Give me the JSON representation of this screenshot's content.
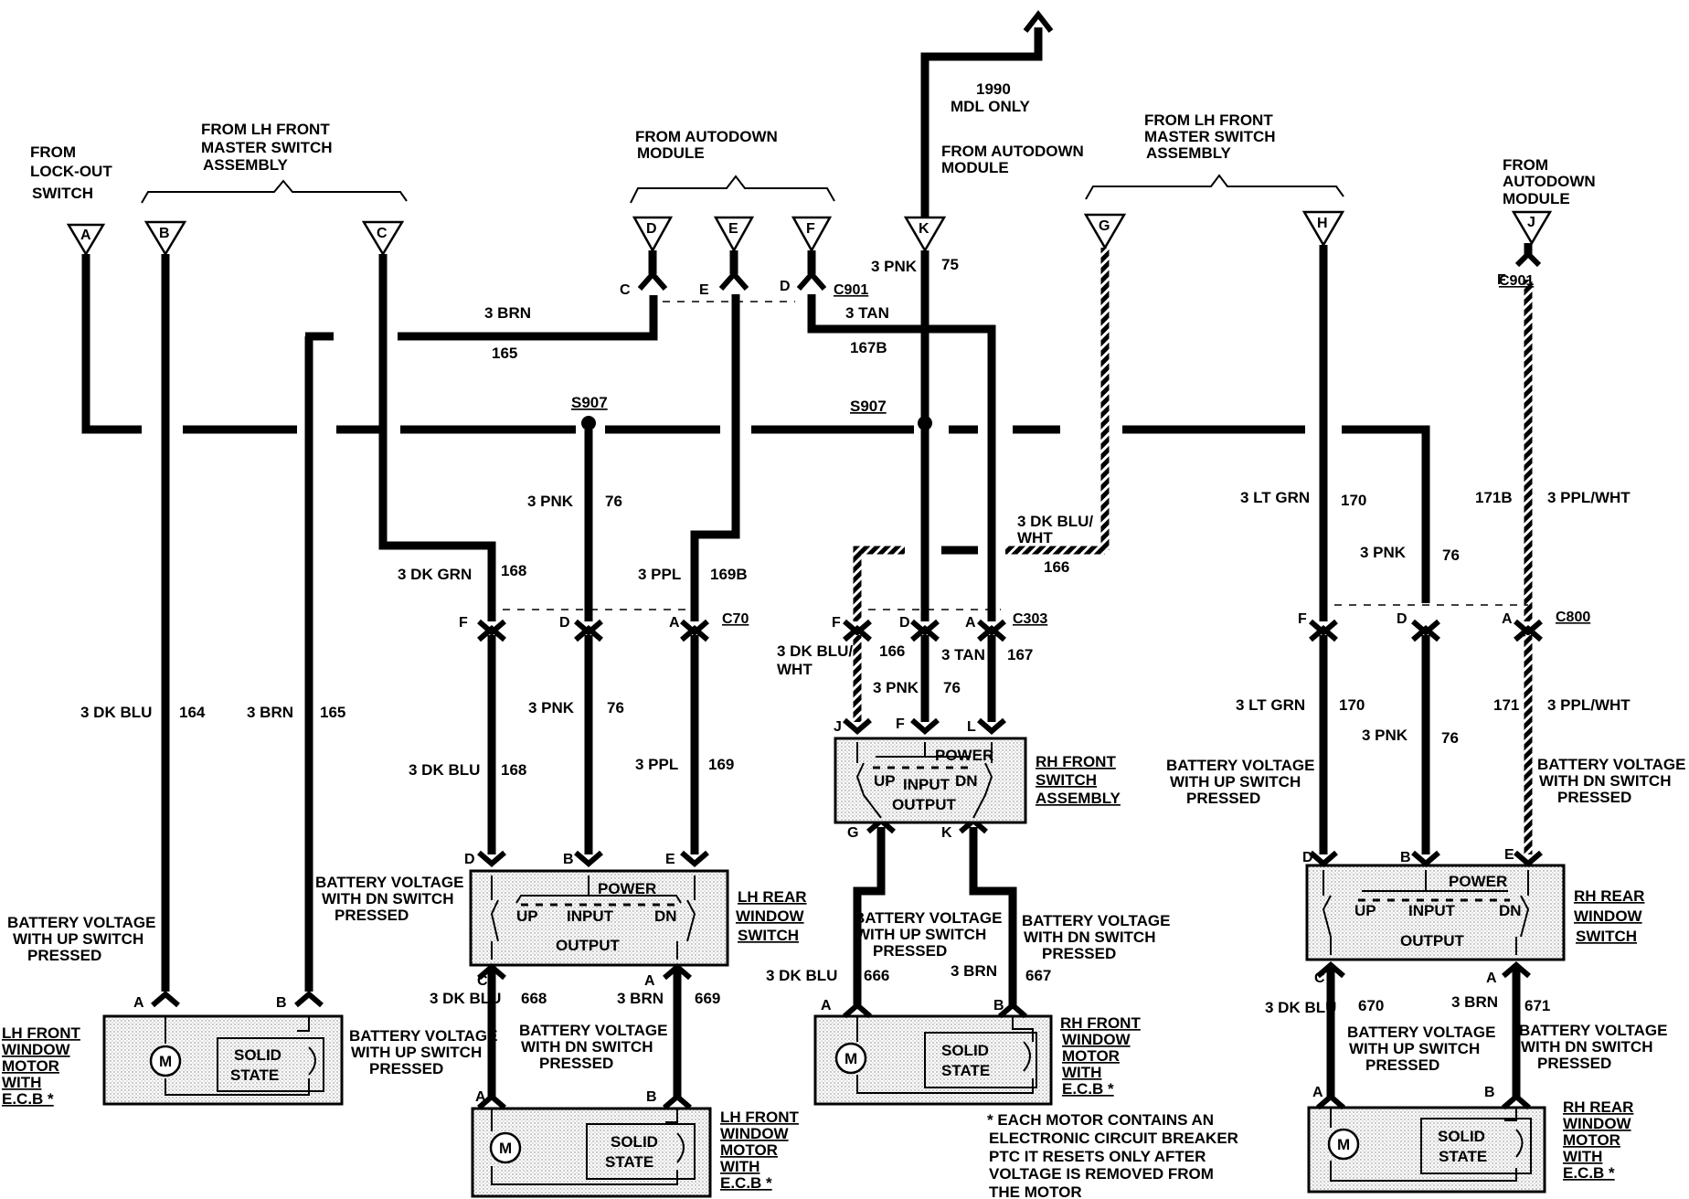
{
  "terminals": [
    {
      "id": "A",
      "from": "FROM\nLOCK-OUT\nSWITCH"
    },
    {
      "id": "B"
    },
    {
      "id": "C"
    },
    {
      "id": "D"
    },
    {
      "id": "E"
    },
    {
      "id": "F"
    },
    {
      "id": "K"
    },
    {
      "id": "G"
    },
    {
      "id": "H"
    },
    {
      "id": "J"
    }
  ],
  "headers": {
    "lockout": [
      "FROM",
      "LOCK-OUT",
      "SWITCH"
    ],
    "lh_master_left": [
      "FROM LH FRONT",
      "MASTER SWITCH",
      "ASSEMBLY"
    ],
    "autodown_left": [
      "FROM AUTODOWN",
      "MODULE"
    ],
    "autodown_mid": [
      "FROM AUTODOWN",
      "MODULE"
    ],
    "mdl_1990": [
      "1990",
      "MDL ONLY"
    ],
    "lh_master_right": [
      "FROM LH FRONT",
      "MASTER SWITCH",
      "ASSEMBLY"
    ],
    "autodown_right": [
      "FROM",
      "AUTODOWN",
      "MODULE"
    ]
  },
  "splices": {
    "s907a": "S907",
    "s907b": "S907"
  },
  "connectors": {
    "c901": "C901",
    "c901b": "C901",
    "c70": "C70",
    "c303": "C303",
    "c800": "C800"
  },
  "wire_labels": {
    "brn3": "3 BRN",
    "w165": "165",
    "tan3": "3 TAN",
    "w167b": "167B",
    "pnk3_75": "3 PNK",
    "w75": "75",
    "pnk3_76a": "3 PNK",
    "w76a": "76",
    "dkgrn": "3 DK GRN",
    "w168a": "168",
    "ppl3a": "3 PPL",
    "w169b": "169B",
    "dkblu_wht_a": "3 DK BLU/",
    "dkblu_wht_a2": "WHT",
    "w166a": "166",
    "ltgrn_a": "3 LT GRN",
    "w170a": "170",
    "w171b": "171B",
    "pplwht_a": "3 PPL/WHT",
    "pnk3_r1": "3 PNK",
    "w76_r1": "76",
    "dkblu_l": "3 DK BLU",
    "w164": "164",
    "brn_l": "3 BRN",
    "w165_l": "165",
    "pnk3_76b": "3 PNK",
    "w76b": "76",
    "dkblu_168": "3 DK BLU",
    "w168b": "168",
    "ppl3b": "3 PPL",
    "w169": "169",
    "dkblu_wht_b": "3 DK BLU/",
    "dkblu_wht_b2": "WHT",
    "w166b": "166",
    "tan3b": "3 TAN",
    "w167": "167",
    "pnk3_76c": "3 PNK",
    "w76c": "76",
    "ltgrn_b": "3 LT GRN",
    "w170b": "170",
    "pnk3_r2": "3 PNK",
    "w76_r2": "76",
    "w171": "171",
    "pplwht_b": "3 PPL/WHT",
    "dkblu_668": "3 DK BLU",
    "w668": "668",
    "brn_669": "3 BRN",
    "w669": "669",
    "dkblu_666": "3 DK BLU",
    "w666": "666",
    "brn_667": "3 BRN",
    "w667": "667",
    "dkblu_670": "3 DK BLU",
    "w670": "670",
    "brn_671": "3 BRN",
    "w671": "671"
  },
  "pin_letters": {
    "c_C": "C",
    "c_E": "E",
    "c_D": "D",
    "c_F": "F",
    "f1": "F",
    "d1": "D",
    "a1": "A",
    "f2": "F",
    "d2": "D",
    "a2": "A",
    "f3": "F",
    "d3": "D",
    "a3": "A",
    "J": "J",
    "F": "F",
    "L": "L",
    "G": "G",
    "K": "K",
    "lrD": "D",
    "lrB": "B",
    "lrE": "E",
    "lrC": "C",
    "lrA": "A",
    "rrD": "D",
    "rrB": "B",
    "rrE": "E",
    "rrC": "C",
    "rrA": "A",
    "m1A": "A",
    "m1B": "B",
    "m2A": "A",
    "m2B": "B",
    "m3A": "A",
    "m3B": "B",
    "m4A": "A",
    "m4B": "B"
  },
  "notes": {
    "bv_up_1": [
      "BATTERY VOLTAGE",
      "WITH UP SWITCH",
      "PRESSED"
    ],
    "bv_dn_1": [
      "BATTERY VOLTAGE",
      "WITH DN SWITCH",
      "PRESSED"
    ],
    "bv_up_2": [
      "BATTERY VOLTAGE",
      "WITH UP SWITCH",
      "PRESSED"
    ],
    "bv_dn_2": [
      "BATTERY VOLTAGE",
      "WITH DN SWITCH",
      "PRESSED"
    ],
    "bv_up_3": [
      "BATTERY VOLTAGE",
      "WITH UP SWITCH",
      "PRESSED"
    ],
    "bv_dn_3": [
      "BATTERY VOLTAGE",
      "WITH DN SWITCH",
      "PRESSED"
    ],
    "bv_up_4": [
      "BATTERY VOLTAGE",
      "WITH UP SWITCH",
      "PRESSED"
    ],
    "bv_dn_4": [
      "BATTERY VOLTAGE",
      "WITH DN SWITCH",
      "PRESSED"
    ],
    "bv_up_5": [
      "BATTERY VOLTAGE",
      "WITH UP SWITCH",
      "PRESSED"
    ],
    "bv_dn_5": [
      "BATTERY VOLTAGE",
      "WITH DN SWITCH",
      "PRESSED"
    ],
    "footnote": [
      "* EACH MOTOR CONTAINS AN",
      "ELECTRONIC CIRCUIT BREAKER",
      "PTC IT RESETS ONLY AFTER",
      "VOLTAGE IS REMOVED FROM",
      "THE MOTOR"
    ]
  },
  "components": {
    "lh_rear_switch": {
      "name": [
        "LH REAR",
        "WINDOW",
        "SWITCH"
      ],
      "power": "POWER",
      "input": "INPUT",
      "output": "OUTPUT",
      "up": "UP",
      "dn": "DN"
    },
    "rh_front_switch": {
      "name": [
        "RH FRONT",
        "SWITCH",
        "ASSEMBLY"
      ],
      "power": "POWER",
      "input": "INPUT",
      "output": "OUTPUT",
      "up": "UP",
      "dn": "DN"
    },
    "rh_rear_switch": {
      "name": [
        "RH REAR",
        "WINDOW",
        "SWITCH"
      ],
      "power": "POWER",
      "input": "INPUT",
      "output": "OUTPUT",
      "up": "UP",
      "dn": "DN"
    },
    "lh_front_motor": {
      "name": [
        "LH FRONT",
        "WINDOW",
        "MOTOR",
        "WITH",
        "E.C.B *"
      ],
      "m": "M",
      "solid": "SOLID",
      "state": "STATE"
    },
    "lh_rear_motor": {
      "name": [
        "LH FRONT",
        "WINDOW",
        "MOTOR",
        "WITH",
        "E.C.B *"
      ],
      "m": "M",
      "solid": "SOLID",
      "state": "STATE"
    },
    "rh_front_motor": {
      "name": [
        "RH FRONT",
        "WINDOW",
        "MOTOR",
        "WITH",
        "E.C.B *"
      ],
      "m": "M",
      "solid": "SOLID",
      "state": "STATE"
    },
    "rh_rear_motor": {
      "name": [
        "RH REAR",
        "WINDOW",
        "MOTOR",
        "WITH",
        "E.C.B *"
      ],
      "m": "M",
      "solid": "SOLID",
      "state": "STATE"
    }
  }
}
